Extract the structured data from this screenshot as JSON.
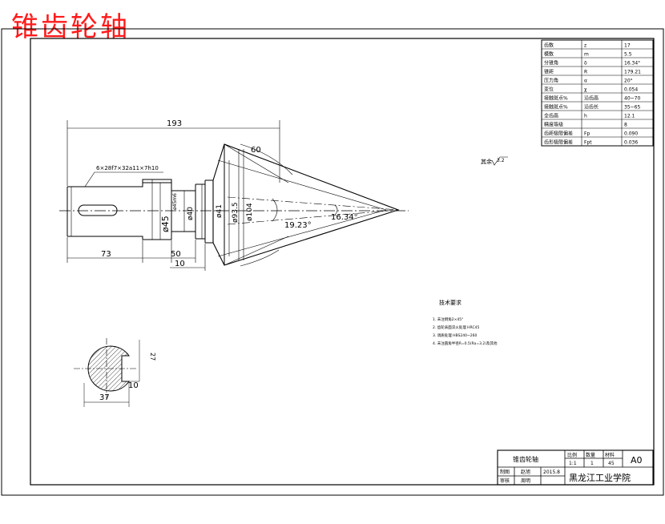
{
  "page_title": "锥齿轮轴",
  "dimensions": {
    "d193": "193",
    "d60": "60",
    "d73": "73",
    "d50": "50",
    "d10": "10",
    "phi45": "ø45",
    "phi40": "ø40",
    "phi41": "ø41",
    "phi93_5": "ø93.5",
    "phi104": "ø104",
    "ang19": "19.23°",
    "ang16": "16.34°",
    "spline": "6×28f7×32a11×7h10",
    "key_width": "10",
    "key_depth": "37",
    "key_t": "27",
    "fit_note": "ø45m6",
    "other": "其余",
    "rough": "3.2"
  },
  "param_table": [
    [
      "齿数",
      "z",
      "17"
    ],
    [
      "模数",
      "m",
      "5.5"
    ],
    [
      "分锥角",
      "δ",
      "16.34°"
    ],
    [
      "锥距",
      "R",
      "179.21"
    ],
    [
      "压力角",
      "α",
      "20°"
    ],
    [
      "变位",
      "χ",
      "0.054"
    ],
    [
      "接触斑点%",
      "沿齿高",
      "40~70"
    ],
    [
      "接触斑点%",
      "沿齿长",
      "35~65"
    ],
    [
      "全齿高",
      "h",
      "12.1"
    ],
    [
      "精度等级",
      "",
      "8"
    ],
    [
      "齿距极限偏差",
      "Fp",
      "0.090"
    ],
    [
      "齿形极限偏差",
      "Fpt",
      "0.036"
    ]
  ],
  "notes": {
    "title": "技术要求",
    "items": [
      "1. 未注倒角2×45°",
      "2. 齿轮表面淬火处理 HRC45",
      "3. 调质处理  HBS240~260",
      "4. 未注圆角半径R=0.5(Ra=3.2)及其他"
    ]
  },
  "title_block": {
    "part_name": "锥齿轮轴",
    "scale_label": "比例",
    "qty_label": "数量",
    "material_label": "材料",
    "scale": "1:1",
    "qty": "1",
    "material": "45",
    "sheet": "A0",
    "drawn_label": "制图",
    "drawn_by": "赵旭",
    "date": "2015.8",
    "check_label": "审核",
    "checked_by": "周明",
    "school": "黑龙江工业学院"
  }
}
